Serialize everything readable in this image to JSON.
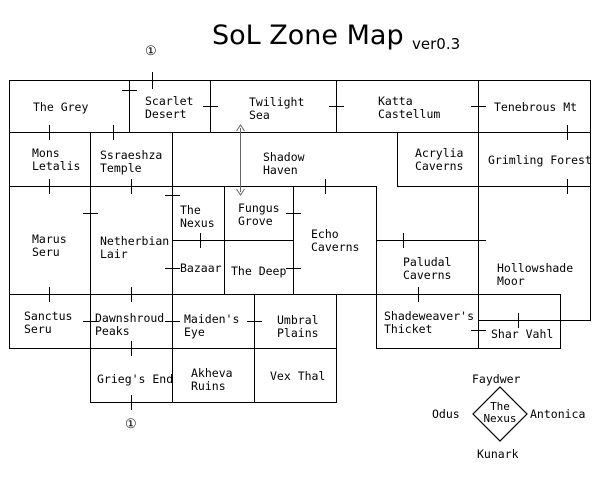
{
  "title": "SoL Zone Map",
  "version": "ver0.3",
  "connector_marker": "①",
  "zones": [
    {
      "id": "the-grey",
      "lines": [
        "The Grey"
      ]
    },
    {
      "id": "scarlet-desert",
      "lines": [
        "Scarlet",
        "Desert"
      ]
    },
    {
      "id": "twilight-sea",
      "lines": [
        "Twilight",
        "Sea"
      ]
    },
    {
      "id": "katta-castellum",
      "lines": [
        "Katta",
        "Castellum"
      ]
    },
    {
      "id": "tenebrous-mt",
      "lines": [
        "Tenebrous Mt"
      ]
    },
    {
      "id": "mons-letalis",
      "lines": [
        "Mons",
        "Letalis"
      ]
    },
    {
      "id": "ssraeshza-temple",
      "lines": [
        "Ssraeshza",
        "Temple"
      ]
    },
    {
      "id": "shadow-haven",
      "lines": [
        "Shadow",
        "Haven"
      ]
    },
    {
      "id": "acrylia-caverns",
      "lines": [
        "Acrylia",
        "Caverns"
      ]
    },
    {
      "id": "grimling-forest",
      "lines": [
        "Grimling Forest"
      ]
    },
    {
      "id": "marus-seru",
      "lines": [
        "Marus",
        "Seru"
      ]
    },
    {
      "id": "netherbian-lair",
      "lines": [
        "Netherbian",
        "Lair"
      ]
    },
    {
      "id": "the-nexus",
      "lines": [
        "The",
        "Nexus"
      ]
    },
    {
      "id": "fungus-grove",
      "lines": [
        "Fungus",
        "Grove"
      ]
    },
    {
      "id": "echo-caverns",
      "lines": [
        "Echo",
        "Caverns"
      ]
    },
    {
      "id": "bazaar",
      "lines": [
        "Bazaar"
      ]
    },
    {
      "id": "the-deep",
      "lines": [
        "The Deep"
      ]
    },
    {
      "id": "paludal-caverns",
      "lines": [
        "Paludal",
        "Caverns"
      ]
    },
    {
      "id": "hollowshade-moor",
      "lines": [
        "Hollowshade",
        "Moor"
      ]
    },
    {
      "id": "sanctus-seru",
      "lines": [
        "Sanctus",
        "Seru"
      ]
    },
    {
      "id": "dawnshroud-peaks",
      "lines": [
        "Dawnshroud",
        "Peaks"
      ]
    },
    {
      "id": "maidens-eye",
      "lines": [
        "Maiden's",
        "Eye"
      ]
    },
    {
      "id": "umbral-plains",
      "lines": [
        "Umbral",
        "Plains"
      ]
    },
    {
      "id": "shadeweavers-thicket",
      "lines": [
        "Shadeweaver's",
        "Thicket"
      ]
    },
    {
      "id": "shar-vahl",
      "lines": [
        "Shar Vahl"
      ]
    },
    {
      "id": "griegs-end",
      "lines": [
        "Grieg's End"
      ]
    },
    {
      "id": "akheva-ruins",
      "lines": [
        "Akheva",
        "Ruins"
      ]
    },
    {
      "id": "vex-thal",
      "lines": [
        "Vex Thal"
      ]
    }
  ],
  "nexus_legend": {
    "center": [
      "The",
      "Nexus"
    ],
    "north": "Faydwer",
    "west": "Odus",
    "east": "Antonica",
    "south": "Kunark"
  }
}
